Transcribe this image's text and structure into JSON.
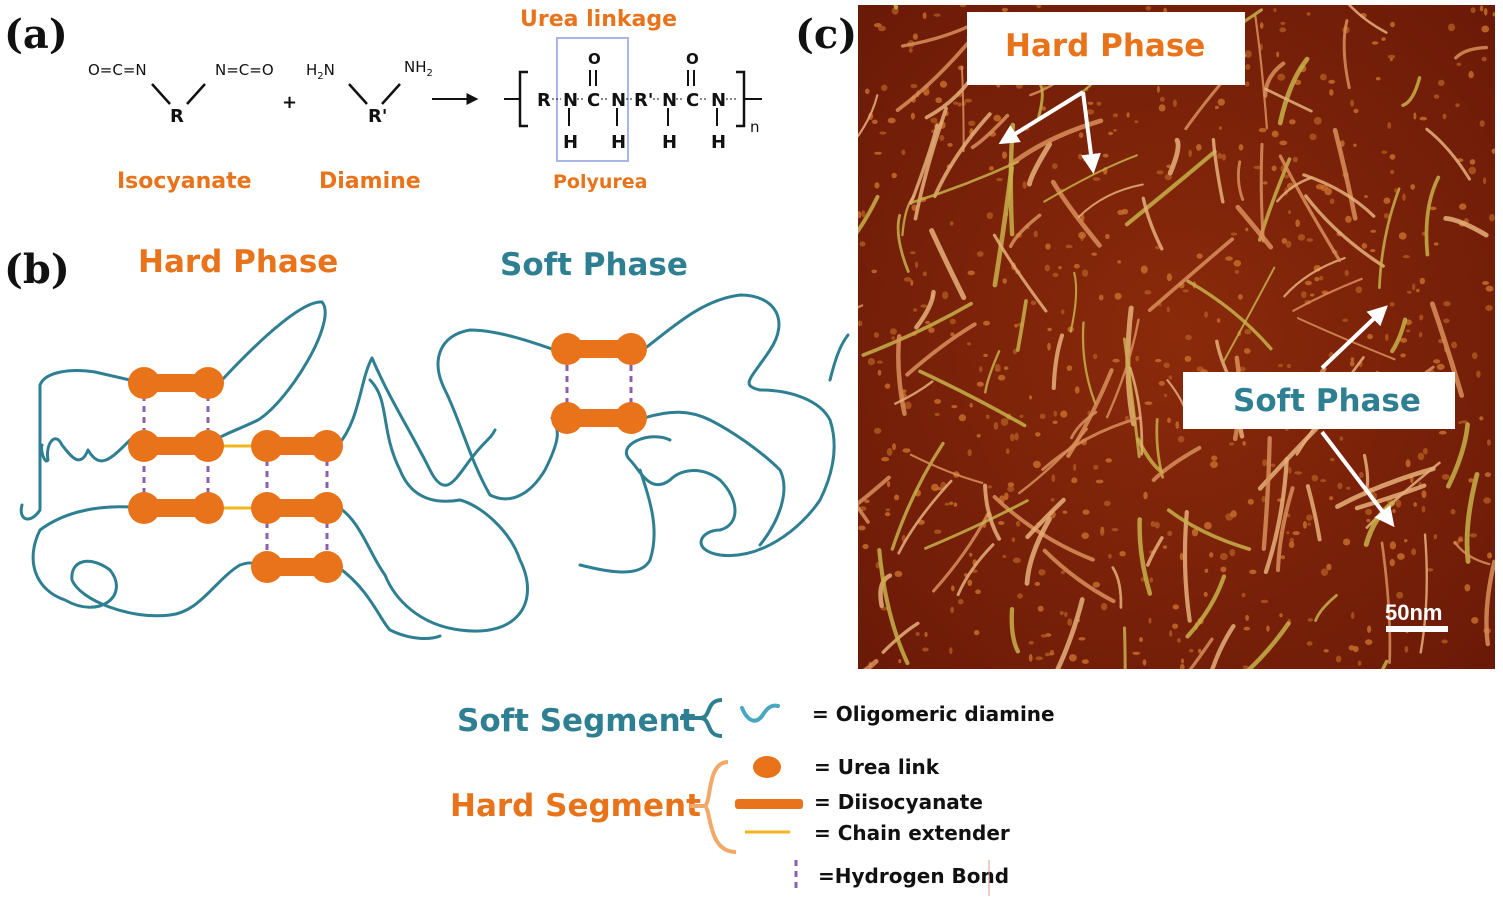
{
  "panels": {
    "a": "(a)",
    "b": "(b)",
    "c": "(c)"
  },
  "reaction": {
    "isocyanate_left": "O=C=N",
    "isocyanate_right": "N=C=O",
    "r": "R",
    "plus": "+",
    "amine_left": "H",
    "amine_left_sub": "2",
    "amine_left_n": "N",
    "amine_right": "NH",
    "amine_right_sub": "2",
    "r_prime": "R'",
    "isocyanate_label": "Isocyanate",
    "diamine_label": "Diamine",
    "urea_linkage_label": "Urea linkage",
    "polyurea_label": "Polyurea",
    "product_atoms": [
      "R",
      "N",
      "C",
      "N",
      "R'",
      "N",
      "C",
      "N"
    ],
    "product_o": "O",
    "product_h": "H",
    "product_n": "n"
  },
  "phase_diagram": {
    "hard_phase": "Hard Phase",
    "soft_phase": "Soft Phase"
  },
  "afm": {
    "hard_phase_callout": "Hard Phase",
    "soft_phase_callout": "Soft Phase",
    "scale_bar": "50nm"
  },
  "legend": {
    "soft_segment": "Soft Segment",
    "hard_segment": "Hard Segment",
    "items": [
      {
        "icon": "oligomeric-diamine-icon",
        "text": "= Oligomeric  diamine"
      },
      {
        "icon": "urea-link-icon",
        "text": "= Urea link"
      },
      {
        "icon": "diisocyanate-icon",
        "text": "= Diisocyanate"
      },
      {
        "icon": "chain-extender-icon",
        "text": "= Chain extender"
      },
      {
        "icon": "hydrogen-bond-icon",
        "text": "=Hydrogen Bond"
      }
    ]
  },
  "colors": {
    "orange": "#e8731a",
    "teal": "#2e7f91",
    "hydrogen_bond": "#8a5fb0",
    "chain_extender": "#f2b51c",
    "box_outline": "#a9b6e8",
    "afm_dark": "#6b1a08",
    "afm_fiber": "#e6b07a"
  }
}
